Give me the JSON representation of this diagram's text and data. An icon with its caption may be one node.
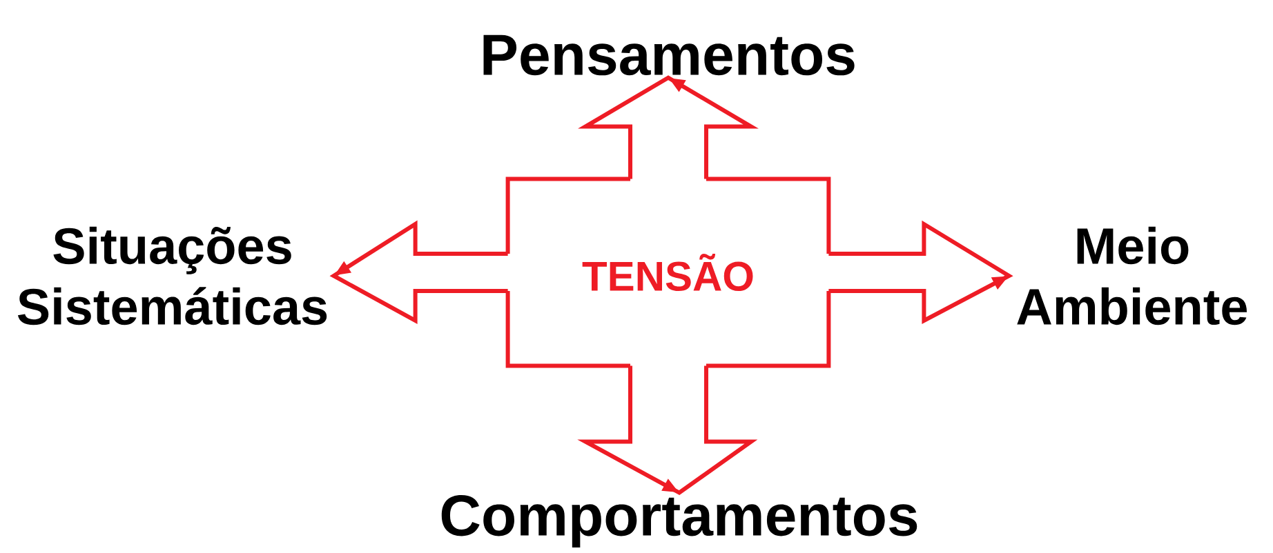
{
  "diagram": {
    "nodes": [
      {
        "text": [
          "Pensamentos"
        ]
      },
      {
        "text": [
          "Situações Sistemáticas"
        ]
      },
      {
        "text": [
          "TENSÃO"
        ]
      },
      {
        "text": [
          "Meio Ambiente"
        ]
      },
      {
        "text": [
          "Comportamentos"
        ]
      }
    ],
    "edges": [
      {
        "from": 2,
        "to": 0,
        "arrow": "to"
      },
      {
        "from": 2,
        "to": 1,
        "arrow": "to"
      },
      {
        "from": 2,
        "to": 3,
        "arrow": "to"
      },
      {
        "from": 2,
        "to": 4,
        "arrow": "to"
      }
    ]
  }
}
